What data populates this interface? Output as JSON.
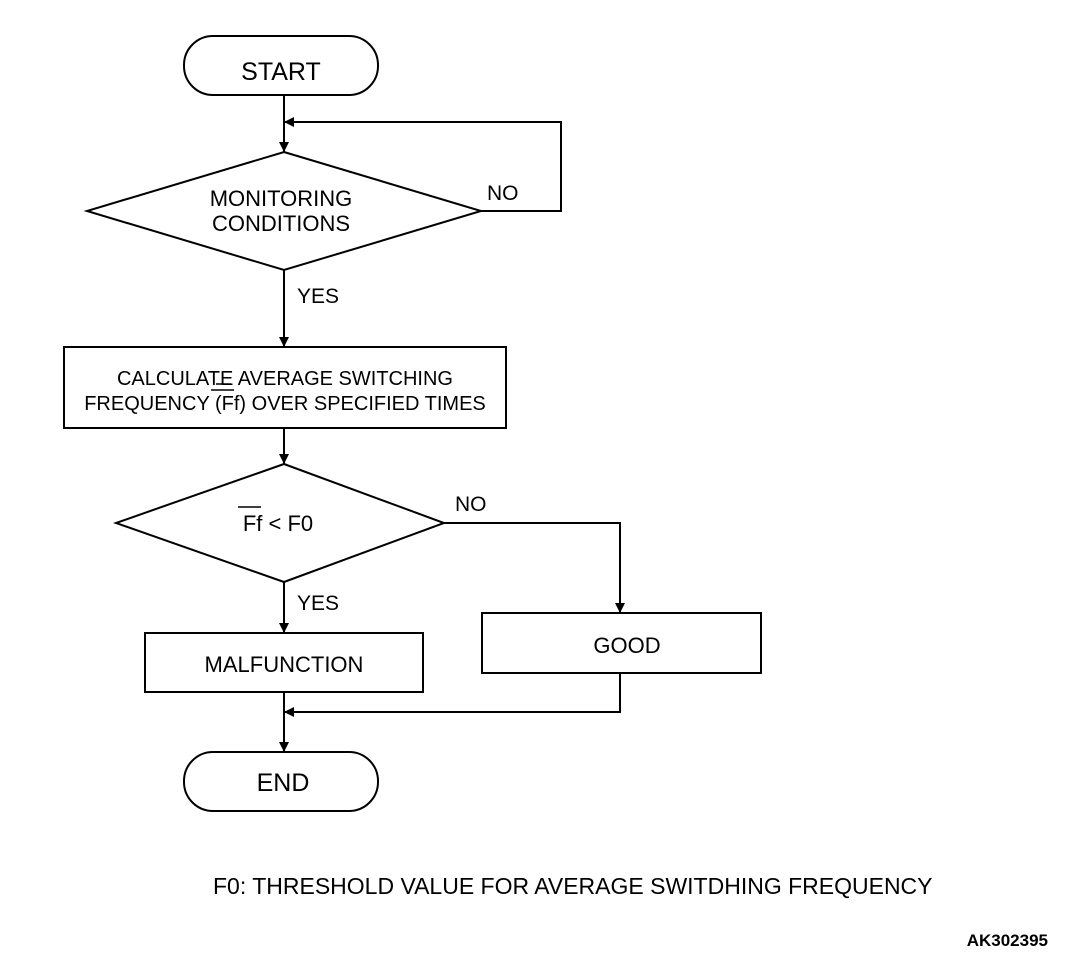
{
  "nodes": {
    "start": "START",
    "monitoring_line1": "MONITORING",
    "monitoring_line2": "CONDITIONS",
    "calculate_line1_a": "CALCULAT",
    "calculate_line1_b": "E",
    "calculate_line1_c": " AVERAGE SWITCHING",
    "calculate_line2_a": "FREQUENCY (",
    "calculate_line2_b": "Ff",
    "calculate_line2_c": ") OVER SPECIFIED TIMES",
    "compare_a": "Ff",
    "compare_b": " < F0",
    "malfunction": "MALFUNCTION",
    "good": "GOOD",
    "end": "END"
  },
  "edge_labels": {
    "monitoring_no": "NO",
    "monitoring_yes": "YES",
    "compare_no": "NO",
    "compare_yes": "YES"
  },
  "footnote": "F0: THRESHOLD VALUE FOR AVERAGE SWITDHING FREQUENCY",
  "figure_id": "AK302395"
}
